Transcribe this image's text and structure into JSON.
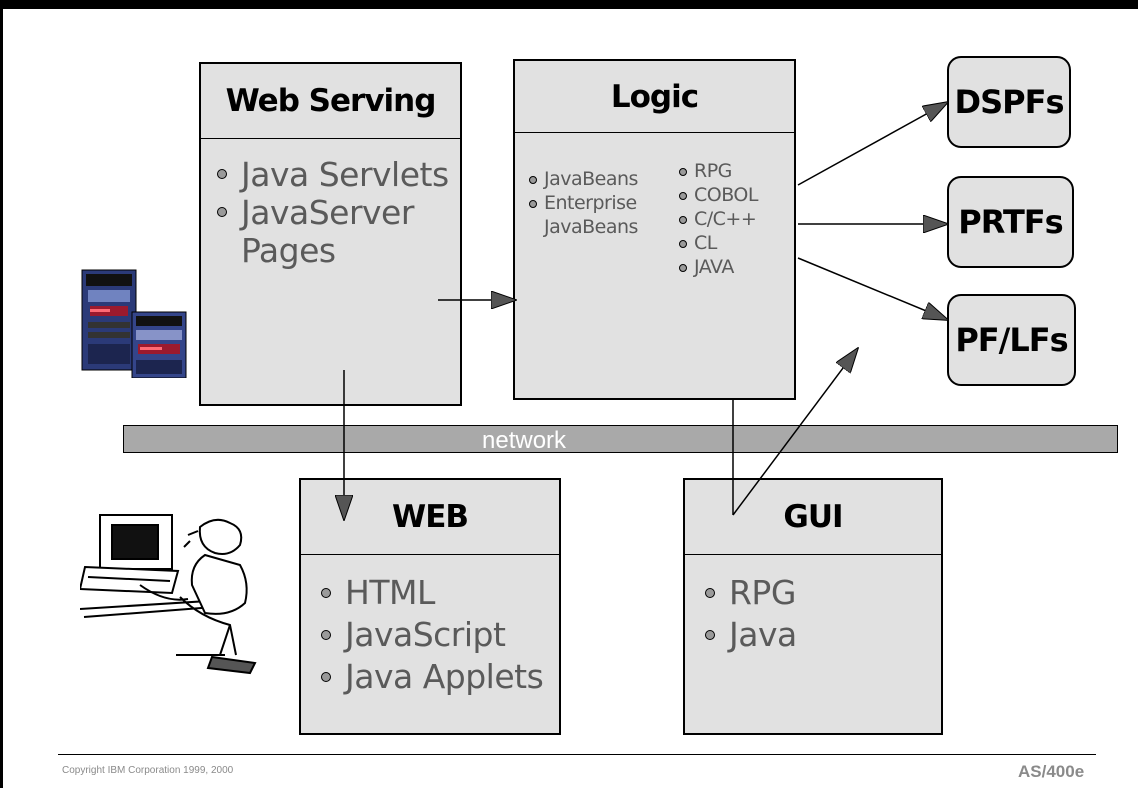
{
  "boxes": {
    "web_serving": {
      "title": "Web Serving",
      "items": [
        "Java Servlets",
        "JavaServer Pages"
      ]
    },
    "logic": {
      "title": "Logic",
      "items_left": [
        "JavaBeans",
        "Enterprise JavaBeans"
      ],
      "items_right": [
        "RPG",
        "COBOL",
        "C/C++",
        "CL",
        "JAVA"
      ]
    },
    "web": {
      "title": "WEB",
      "items": [
        "HTML",
        "JavaScript",
        "Java Applets"
      ]
    },
    "gui": {
      "title": "GUI",
      "items": [
        "RPG",
        "Java"
      ]
    }
  },
  "outputs": [
    "DSPFs",
    "PRTFs",
    "PF/LFs"
  ],
  "network_label": "network",
  "footer": {
    "copyright": "Copyright IBM Corporation 1999, 2000",
    "brand": "AS/400e"
  },
  "colors": {
    "box_fill": "#e1e1e1",
    "item_text": "#5a5a5a",
    "network_bar": "#a9a9a9"
  },
  "icons": [
    "as400-server-icon",
    "person-at-computer-icon"
  ]
}
